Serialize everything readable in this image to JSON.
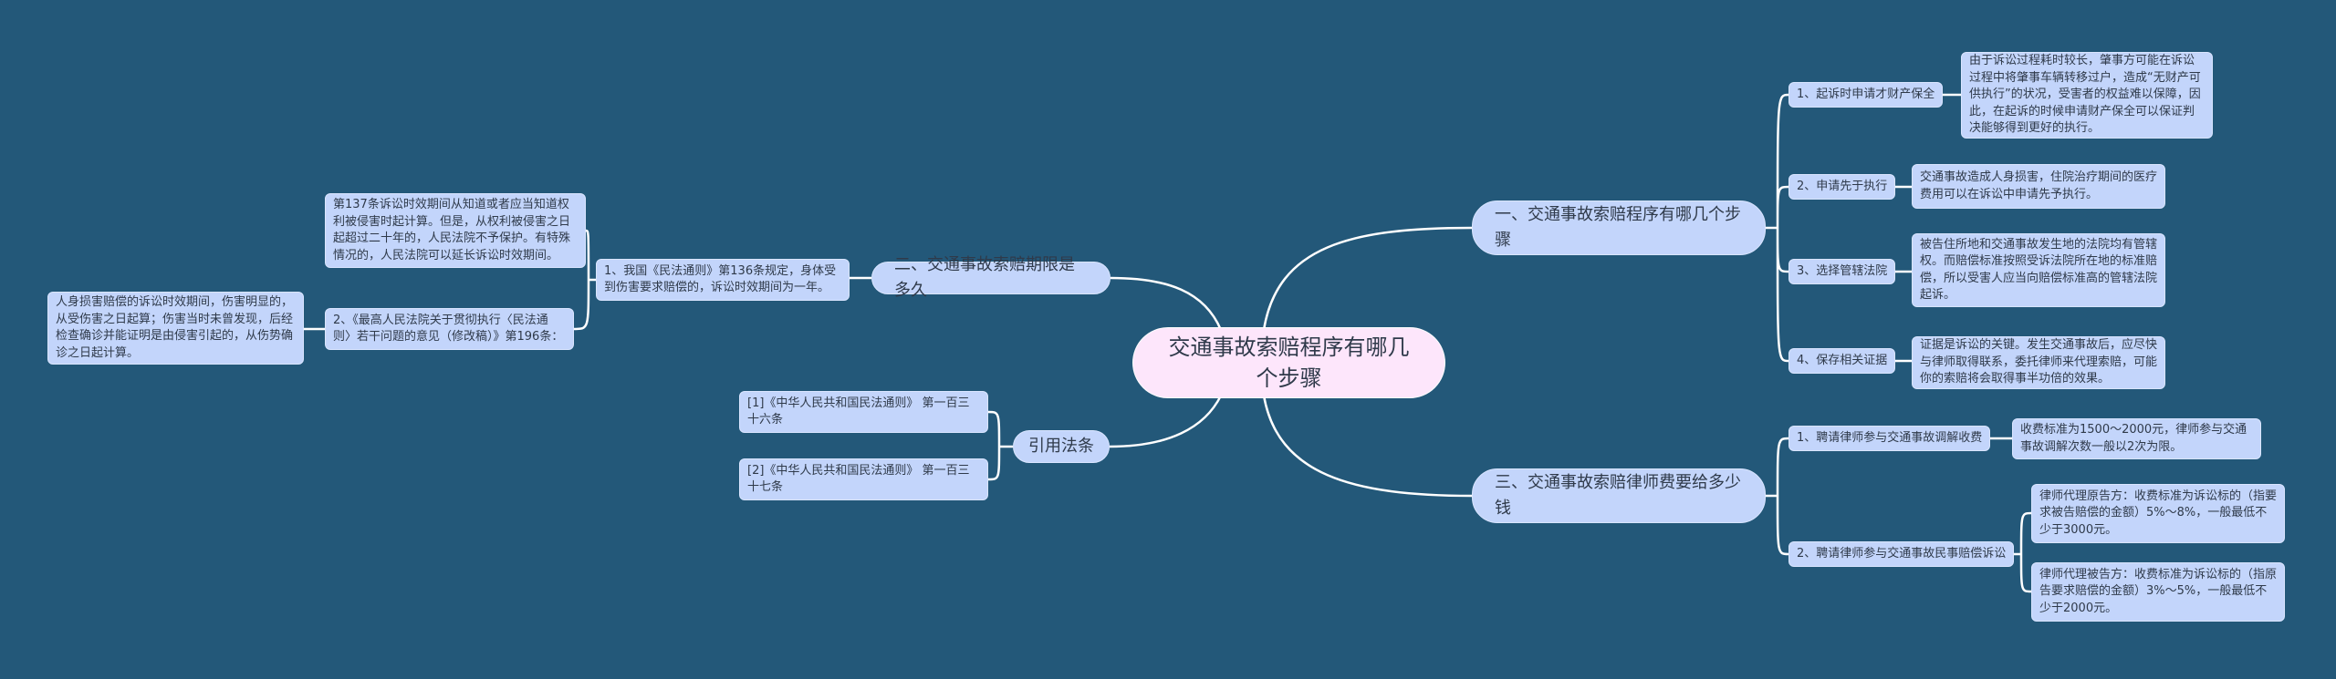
{
  "colors": {
    "background": "#235879",
    "node": "#c3d5fb",
    "root": "#fde6fb",
    "edge": "#ffffff"
  },
  "root": "交通事故索赔程序有哪几个步骤",
  "branches": {
    "b1": {
      "title": "一、交通事故索赔程序有哪几个步骤",
      "items": [
        {
          "label": "1、起诉时申请才财产保全",
          "detail": "由于诉讼过程耗时较长，肇事方可能在诉讼过程中将肇事车辆转移过户，造成“无财产可供执行”的状况，受害者的权益难以保障，因此，在起诉的时候申请财产保全可以保证判决能够得到更好的执行。"
        },
        {
          "label": "2、申请先于执行",
          "detail": "交通事故造成人身损害，住院治疗期间的医疗费用可以在诉讼中申请先予执行。"
        },
        {
          "label": "3、选择管辖法院",
          "detail": "被告住所地和交通事故发生地的法院均有管辖权。而赔偿标准按照受诉法院所在地的标准赔偿，所以受害人应当向赔偿标准高的管辖法院起诉。"
        },
        {
          "label": "4、保存相关证据",
          "detail": "证据是诉讼的关键。发生交通事故后，应尽快与律师取得联系，委托律师来代理索赔，可能你的索赔将会取得事半功倍的效果。"
        }
      ]
    },
    "b3": {
      "title": "三、交通事故索赔律师费要给多少钱",
      "items": [
        {
          "label": "1、聘请律师参与交通事故调解收费",
          "detail": "收费标准为1500～2000元，律师参与交通事故调解次数一般以2次为限。"
        },
        {
          "label": "2、聘请律师参与交通事故民事赔偿诉讼",
          "details": [
            "律师代理原告方：收费标准为诉讼标的（指要求被告赔偿的金额）5%～8%，一般最低不少于3000元。",
            "律师代理被告方：收费标准为诉讼标的（指原告要求赔偿的金额）3%～5%，一般最低不少于2000元。"
          ]
        }
      ]
    },
    "b2": {
      "title": "二、交通事故索赔期限是多久",
      "item": "1、我国《民法通则》第136条规定，身体受到伤害要求赔偿的，诉讼时效期间为一年。",
      "children": [
        {
          "label": "第137条诉讼时效期间从知道或者应当知道权利被侵害时起计算。但是，从权利被侵害之日起超过二十年的，人民法院不予保护。有特殊情况的，人民法院可以延长诉讼时效期间。"
        },
        {
          "label": "2、《最高人民法院关于贯彻执行〈民法通则〉若干问题的意见（修改稿）》第196条：",
          "detail": "人身损害赔偿的诉讼时效期间，伤害明显的，从受伤害之日起算；伤害当时未曾发现，后经检查确诊并能证明是由侵害引起的，从伤势确诊之日起计算。"
        }
      ]
    },
    "b4": {
      "title": "引用法条",
      "items": [
        "[1]《中华人民共和国民法通则》 第一百三十六条",
        "[2]《中华人民共和国民法通则》 第一百三十七条"
      ]
    }
  }
}
